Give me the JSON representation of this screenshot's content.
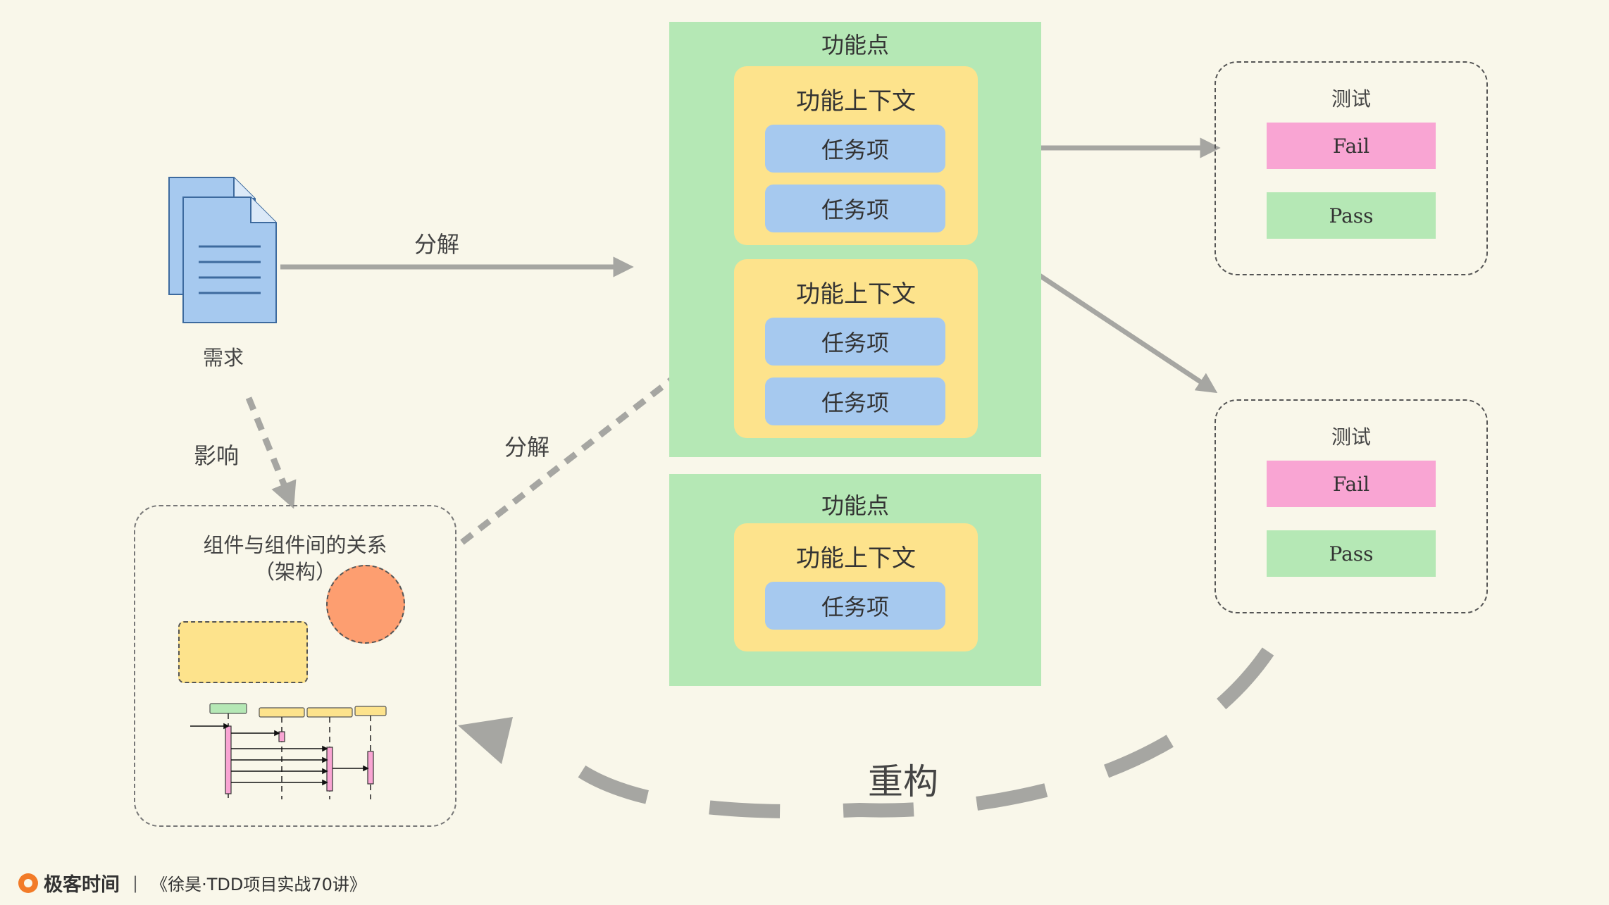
{
  "requirement": {
    "label": "需求"
  },
  "arrows": {
    "decompose_top": "分解",
    "decompose_arch": "分解",
    "influence": "影响",
    "refactor": "重构"
  },
  "features": [
    {
      "title": "功能点",
      "contexts": [
        {
          "title": "功能上下文",
          "tasks": [
            "任务项",
            "任务项"
          ]
        },
        {
          "title": "功能上下文",
          "tasks": [
            "任务项",
            "任务项"
          ]
        }
      ]
    },
    {
      "title": "功能点",
      "contexts": [
        {
          "title": "功能上下文",
          "tasks": [
            "任务项"
          ]
        }
      ]
    }
  ],
  "tests": [
    {
      "title": "测试",
      "fail": "Fail",
      "pass": "Pass"
    },
    {
      "title": "测试",
      "fail": "Fail",
      "pass": "Pass"
    }
  ],
  "architecture": {
    "title_line1": "组件与组件间的关系",
    "title_line2": "（架构）"
  },
  "footer": {
    "brand": "极客时间",
    "separator": "|",
    "course": "《徐昊·TDD项目实战70讲》"
  },
  "colors": {
    "background": "#f9f7ea",
    "feature": "#b5e8b5",
    "context": "#fde38c",
    "task": "#a6c9ef",
    "fail": "#f9a5d3",
    "pass": "#b5e8b5",
    "arrow": "#a6a6a2",
    "arch_circle": "#fd9e70",
    "brand_orange": "#f27b28"
  }
}
